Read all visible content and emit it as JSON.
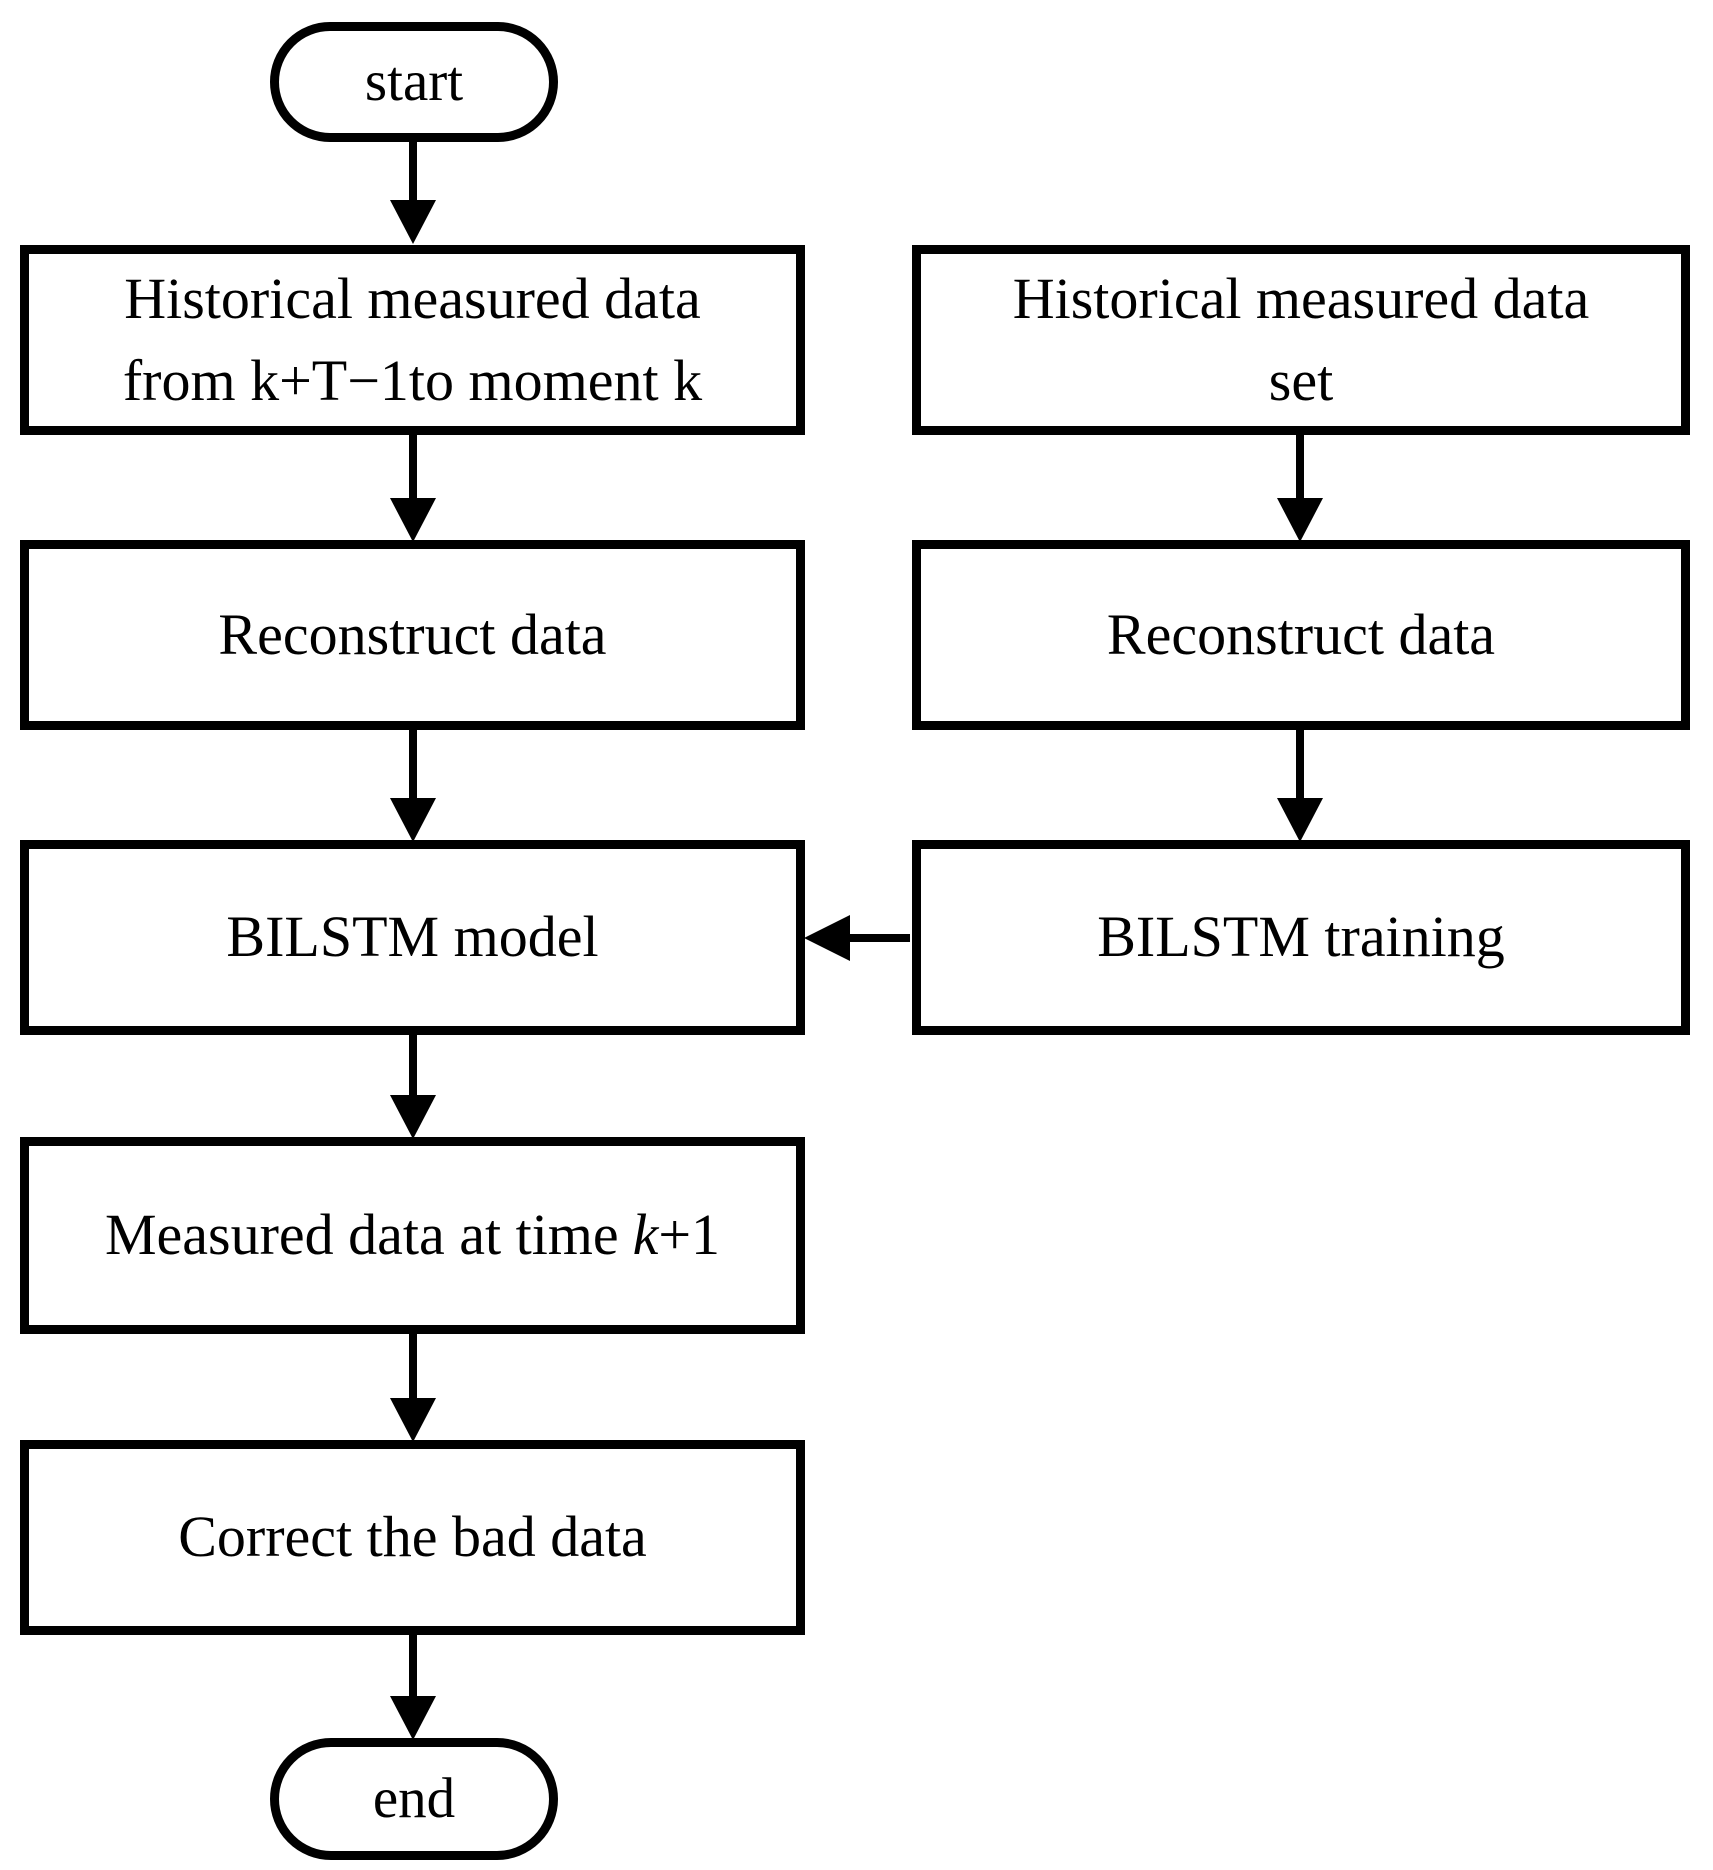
{
  "diagram": {
    "type": "flowchart",
    "colors": {
      "line": "#000000",
      "fill": "#ffffff",
      "text": "#000000"
    },
    "nodes": {
      "start": {
        "shape": "terminator",
        "label": "start"
      },
      "historical_window": {
        "shape": "process",
        "line1": "Historical measured data",
        "line2": "from k+T−1to moment k"
      },
      "historical_set": {
        "shape": "process",
        "line1": "Historical measured data",
        "line2": "set"
      },
      "reconstruct_left": {
        "shape": "process",
        "label": "Reconstruct data"
      },
      "reconstruct_right": {
        "shape": "process",
        "label": "Reconstruct data"
      },
      "bilstm_model": {
        "shape": "process",
        "label": "BILSTM model"
      },
      "bilstm_training": {
        "shape": "process",
        "label": "BILSTM training"
      },
      "measured_k_plus_1": {
        "shape": "process",
        "prefix": "Measured data at time",
        "variable": "k",
        "suffix": "+1"
      },
      "correct_bad_data": {
        "shape": "process",
        "label": "Correct the bad data"
      },
      "end": {
        "shape": "terminator",
        "label": "end"
      }
    },
    "edges": [
      {
        "from": "start",
        "to": "historical_window",
        "direction": "down"
      },
      {
        "from": "historical_window",
        "to": "reconstruct_left",
        "direction": "down"
      },
      {
        "from": "historical_set",
        "to": "reconstruct_right",
        "direction": "down"
      },
      {
        "from": "reconstruct_left",
        "to": "bilstm_model",
        "direction": "down"
      },
      {
        "from": "reconstruct_right",
        "to": "bilstm_training",
        "direction": "down"
      },
      {
        "from": "bilstm_training",
        "to": "bilstm_model",
        "direction": "left"
      },
      {
        "from": "bilstm_model",
        "to": "measured_k_plus_1",
        "direction": "down"
      },
      {
        "from": "measured_k_plus_1",
        "to": "correct_bad_data",
        "direction": "down"
      },
      {
        "from": "correct_bad_data",
        "to": "end",
        "direction": "down"
      }
    ]
  }
}
